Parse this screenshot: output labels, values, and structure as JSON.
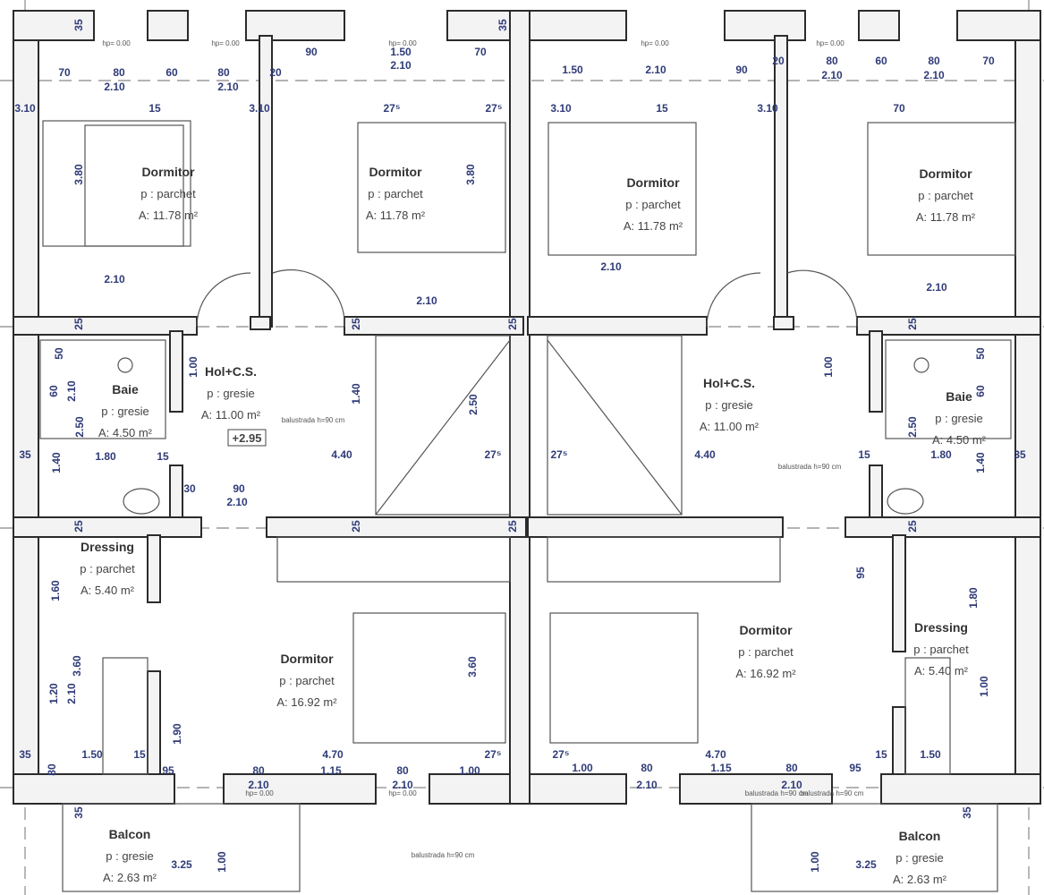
{
  "plan": {
    "rooms": [
      {
        "id": "dormitor-1",
        "name": "Dormitor",
        "floor": "p : parchet",
        "area": "A: 11.78 m²"
      },
      {
        "id": "dormitor-2",
        "name": "Dormitor",
        "floor": "p : parchet",
        "area": "A: 11.78 m²"
      },
      {
        "id": "dormitor-3",
        "name": "Dormitor",
        "floor": "p : parchet",
        "area": "A: 11.78 m²"
      },
      {
        "id": "dormitor-4",
        "name": "Dormitor",
        "floor": "p : parchet",
        "area": "A: 11.78 m²"
      },
      {
        "id": "baie-left",
        "name": "Baie",
        "floor": "p : gresie",
        "area": "A: 4.50 m²"
      },
      {
        "id": "hol-left",
        "name": "Hol+C.S.",
        "floor": "p : gresie",
        "area": "A: 11.00 m²"
      },
      {
        "id": "hol-right",
        "name": "Hol+C.S.",
        "floor": "p : gresie",
        "area": "A: 11.00 m²"
      },
      {
        "id": "baie-right",
        "name": "Baie",
        "floor": "p : gresie",
        "area": "A: 4.50 m²"
      },
      {
        "id": "dressing-left",
        "name": "Dressing",
        "floor": "p : parchet",
        "area": "A: 5.40 m²"
      },
      {
        "id": "dormitor-5",
        "name": "Dormitor",
        "floor": "p : parchet",
        "area": "A: 16.92 m²"
      },
      {
        "id": "dormitor-6",
        "name": "Dormitor",
        "floor": "p : parchet",
        "area": "A: 16.92 m²"
      },
      {
        "id": "dressing-right",
        "name": "Dressing",
        "floor": "p : parchet",
        "area": "A: 5.40 m²"
      },
      {
        "id": "balcon-left",
        "name": "Balcon",
        "floor": "p : gresie",
        "area": "A: 2.63 m²"
      },
      {
        "id": "balcon-right",
        "name": "Balcon",
        "floor": "p : gresie",
        "area": "A: 2.63 m²"
      }
    ],
    "level_mark": "+2.95",
    "dimensions": [
      "35",
      "70",
      "80",
      "60",
      "80",
      "2.10",
      "2.10",
      "20",
      "90",
      "1.50",
      "2.10",
      "70",
      "35",
      "3.10",
      "15",
      "3.10",
      "27⁵",
      "27⁵",
      "3.10",
      "15",
      "3.10",
      "70",
      "1.50",
      "2.10",
      "90",
      "20",
      "80",
      "60",
      "80",
      "70",
      "2.10",
      "2.10",
      "3.80",
      "3.80",
      "2.10",
      "2.10",
      "2.10",
      "2.10",
      "25",
      "25",
      "25",
      "25",
      "50",
      "60",
      "2.10",
      "2.50",
      "1.40",
      "35",
      "1.80",
      "15",
      "1.00",
      "1.40",
      "4.40",
      "2.50",
      "27⁵",
      "27⁵",
      "4.40",
      "1.00",
      "15",
      "1.80",
      "35",
      "2.50",
      "1.40",
      "50",
      "60",
      "30",
      "90",
      "2.10",
      "25",
      "25",
      "25",
      "25",
      "1.60",
      "3.60",
      "1.20",
      "2.10",
      "1.90",
      "3.60",
      "95",
      "1.80",
      "1.00",
      "35",
      "1.50",
      "15",
      "4.70",
      "27⁵",
      "27⁵",
      "4.70",
      "15",
      "1.50",
      "80",
      "95",
      "80",
      "1.15",
      "80",
      "1.00",
      "1.00",
      "80",
      "1.15",
      "80",
      "95",
      "2.10",
      "2.10",
      "2.10",
      "2.10",
      "35",
      "35",
      "3.25",
      "1.00",
      "3.25",
      "1.00"
    ],
    "notes": [
      "hp= 0.00",
      "hp= 0.00",
      "hp= 0.00",
      "hp= 0.00",
      "hp= 0.00",
      "hp= 0.00",
      "hp= 0.00",
      "balustrada h=90 cm",
      "balustrada h=90 cm",
      "balustrada h=90 cm",
      "balustrada h=90 cm",
      "balustrada h=90 cm"
    ]
  },
  "colors": {
    "dimension": "#2f3b78",
    "wall": "#2b2b2b"
  }
}
